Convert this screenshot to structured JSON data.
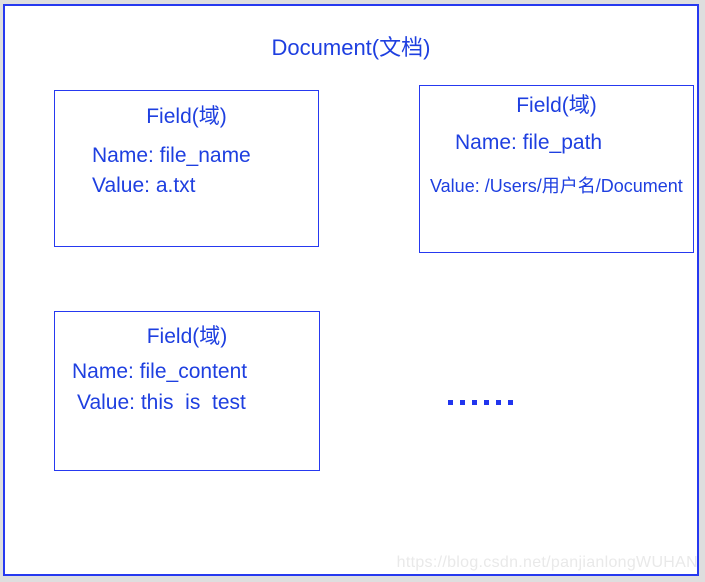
{
  "document": {
    "title": "Document(文档)",
    "fields": [
      {
        "title": "Field(域)",
        "name": "file_name",
        "value": "a.txt",
        "name_line": "Name: file_name",
        "value_line": "Value: a.txt"
      },
      {
        "title": "Field(域)",
        "name": "file_path",
        "value": "/Users/用户名/Document",
        "name_line": "Name: file_path",
        "value_line": "Value: /Users/用户名/Document"
      },
      {
        "title": "Field(域)",
        "name": "file_content",
        "value": "this  is  test",
        "name_line": "Name: file_content",
        "value_line": "Value: this  is  test"
      }
    ],
    "more_fields_indicator": "......"
  },
  "watermark": {
    "text": "https://blog.csdn.net/panjianlongWUHAN"
  },
  "colors": {
    "border_blue": "#2639f0",
    "text_blue": "#1e3fe0",
    "dot_blue": "#2135ee",
    "page_background": "#dedede",
    "box_background": "#ffffff",
    "watermark_gray": "#e9e9e9"
  }
}
